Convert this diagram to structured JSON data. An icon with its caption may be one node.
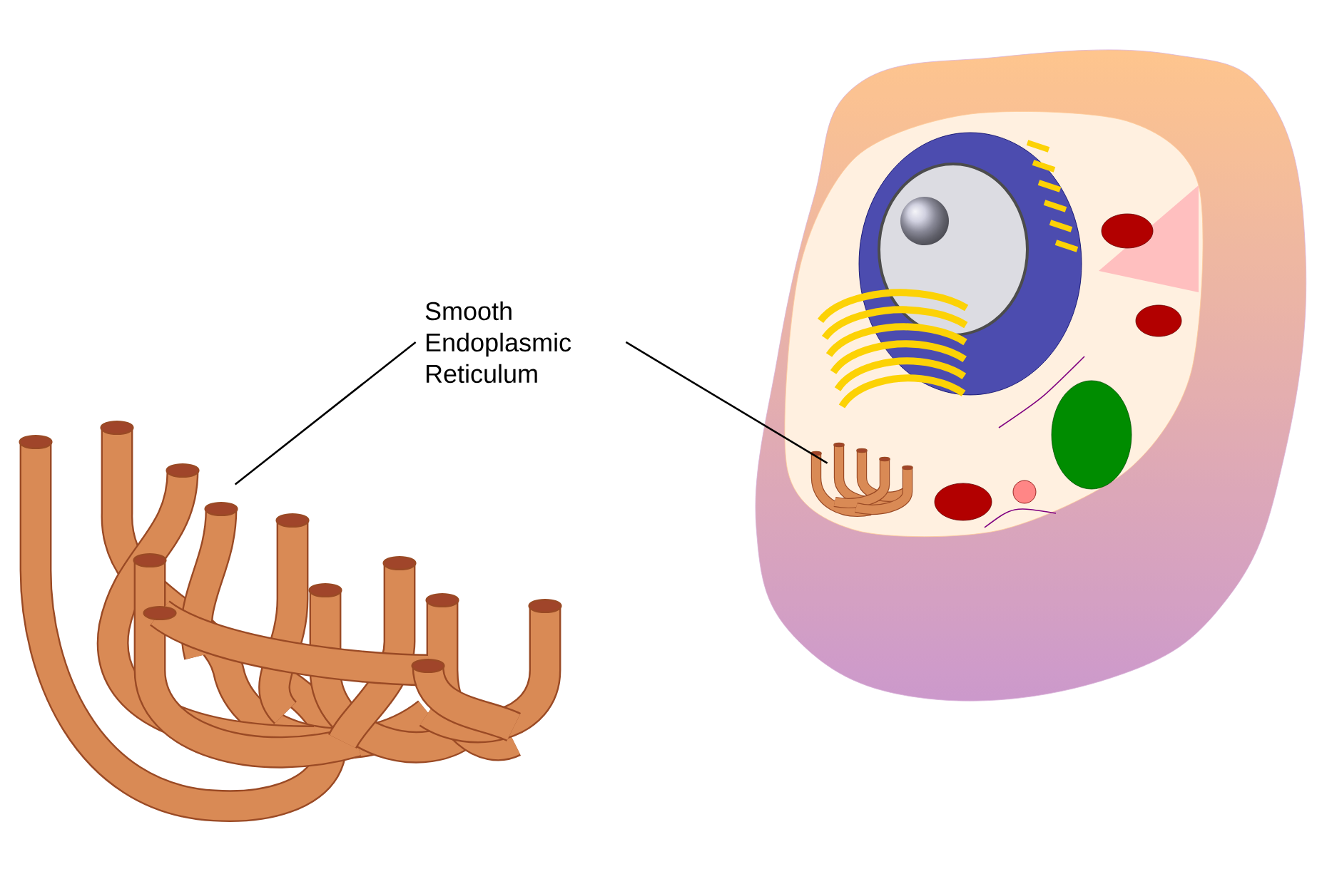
{
  "diagram": {
    "nodes": [
      {
        "text": [
          "Smooth Endoplasmic Reticulum"
        ]
      },
      {
        "text": [],
        "shape": "picture"
      },
      {
        "text": [],
        "shape": "picture"
      }
    ],
    "edges": [
      {
        "from": 0,
        "to": 1,
        "arrow": "none"
      },
      {
        "from": 0,
        "to": 2,
        "arrow": "none"
      }
    ]
  }
}
